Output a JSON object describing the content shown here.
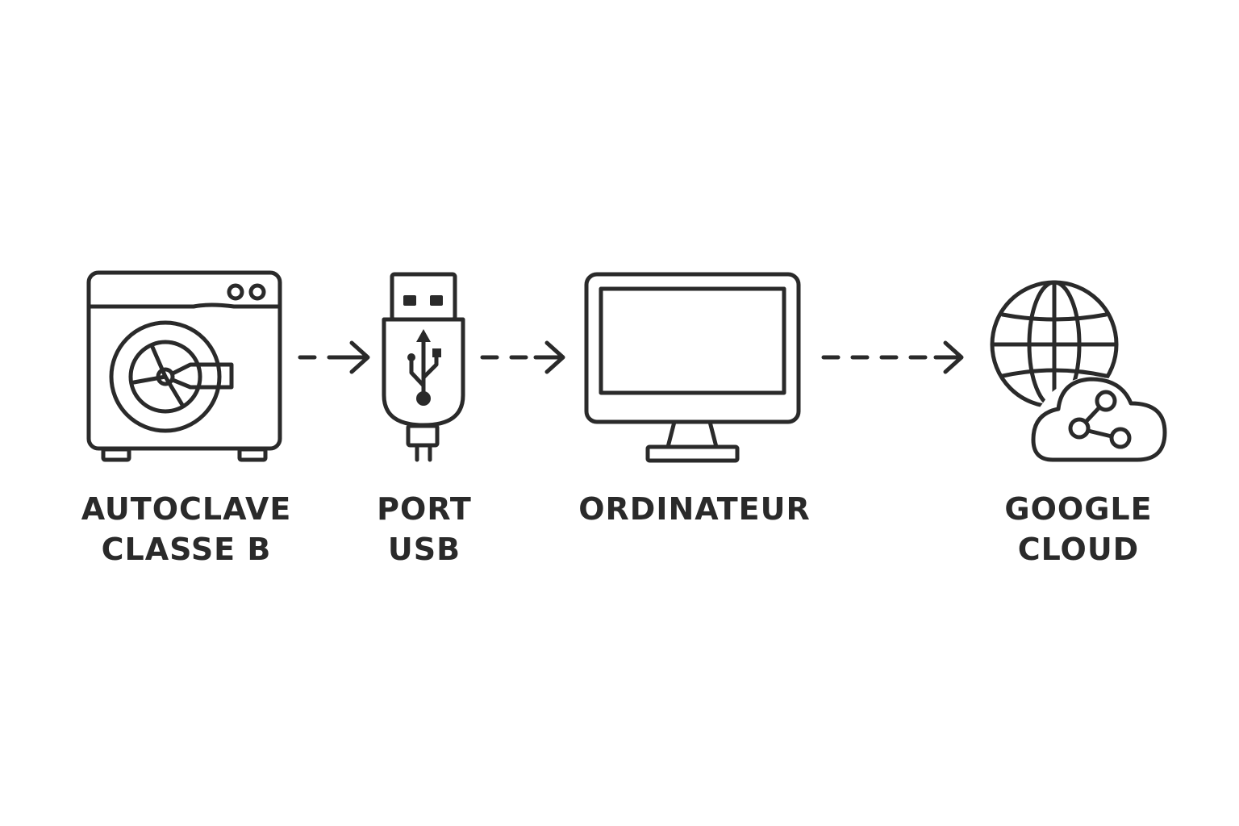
{
  "colors": {
    "stroke": "#2a2a2a",
    "background": "#ffffff"
  },
  "nodes": [
    {
      "id": "autoclave",
      "icon": "autoclave-icon",
      "label_lines": [
        "AUTOCLAVE",
        "CLASSE B"
      ]
    },
    {
      "id": "usb",
      "icon": "usb-drive-icon",
      "label_lines": [
        "PORT",
        "USB"
      ]
    },
    {
      "id": "computer",
      "icon": "monitor-icon",
      "label_lines": [
        "ORDINATEUR"
      ]
    },
    {
      "id": "cloud",
      "icon": "globe-cloud-icon",
      "label_lines": [
        "GOOGLE",
        "CLOUD"
      ]
    }
  ],
  "edges": [
    {
      "from": "autoclave",
      "to": "usb",
      "style": "dashed-arrow"
    },
    {
      "from": "usb",
      "to": "computer",
      "style": "dashed-arrow"
    },
    {
      "from": "computer",
      "to": "cloud",
      "style": "dashed-arrow"
    }
  ]
}
